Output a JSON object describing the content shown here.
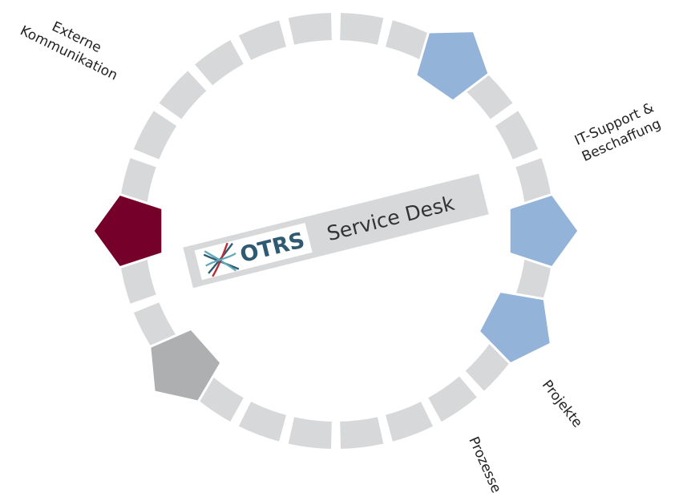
{
  "colors": {
    "background": "#ffffff",
    "segment_gray": "#d7d8da",
    "segment_stroke": "#ffffff",
    "externe_pentagon": "#75002a",
    "blue_pentagon": "#94b3d9",
    "gray_pentagon": "#adafb1",
    "banner_fill": "#d7d8da",
    "logo_box": "#ffffff",
    "logo_text": "#2e5a73",
    "label_text": "#222222"
  },
  "labels": {
    "externe_line1": "Externe",
    "externe_line2": "Kommunikation",
    "it_line1": "IT-Support &",
    "it_line2": "Beschaffung",
    "projekte": "Projekte",
    "prozesse": "Prozesse"
  },
  "banner": {
    "logo_text": "OTRS",
    "title": "Service Desk"
  },
  "icons": {
    "logo": "otrs-cross-lines-icon"
  },
  "ring": {
    "segment_count": 26,
    "highlights": [
      {
        "name": "externe-kommunikation",
        "index": 19,
        "color_key": "externe_pentagon"
      },
      {
        "name": "it-support-beschaffung",
        "index": 2,
        "color_key": "blue_pentagon"
      },
      {
        "name": "projekte",
        "index": 6,
        "color_key": "blue_pentagon"
      },
      {
        "name": "prozesse",
        "index": 8,
        "color_key": "blue_pentagon"
      },
      {
        "name": "unlabeled-gray",
        "index": 16,
        "color_key": "gray_pentagon"
      }
    ]
  }
}
